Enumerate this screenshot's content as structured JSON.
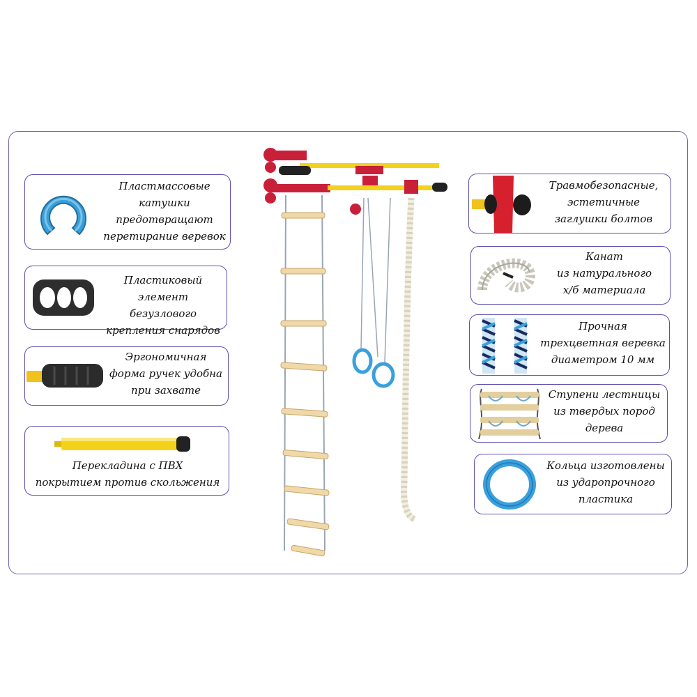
{
  "left_cards": [
    {
      "lines": [
        "Пластмассовые",
        "катушки",
        "предотвращают",
        "перетирание веревок"
      ],
      "icon": "plastic-spool-icon"
    },
    {
      "lines": [
        "Пластиковый",
        "элемент безузлового",
        "крепления снарядов"
      ],
      "icon": "three-hole-connector-icon"
    },
    {
      "lines": [
        "Эргономичная",
        "форма ручек удобна",
        "при захвате"
      ],
      "icon": "handle-grip-icon"
    },
    {
      "lines": [
        "Перекладина с ПВХ",
        "покрытием против скольжения"
      ],
      "icon": "pvc-crossbar-icon"
    }
  ],
  "right_cards": [
    {
      "lines": [
        "Травмобезопасные,",
        "эстетичные",
        "заглушки болтов"
      ],
      "icon": "bolt-cap-icon"
    },
    {
      "lines": [
        "Канат",
        "из натурального",
        "х/б материала"
      ],
      "icon": "cotton-rope-icon"
    },
    {
      "lines": [
        "Прочная",
        "трехцветная веревка",
        "диаметром 10 мм"
      ],
      "icon": "tricolor-cord-icon"
    },
    {
      "lines": [
        "Ступени лестницы",
        "из твердых пород",
        "дерева"
      ],
      "icon": "wooden-rungs-icon"
    },
    {
      "lines": [
        "Кольца изготовлены",
        "из ударопрочного",
        "пластика"
      ],
      "icon": "plastic-ring-icon"
    }
  ],
  "product_image": "wall-sport-complex-with-ladder-rings-rope",
  "colors": {
    "border": "#5a4fb0",
    "yellow": "#f2d21c",
    "red": "#d1223b",
    "blue": "#3aa0dd"
  }
}
